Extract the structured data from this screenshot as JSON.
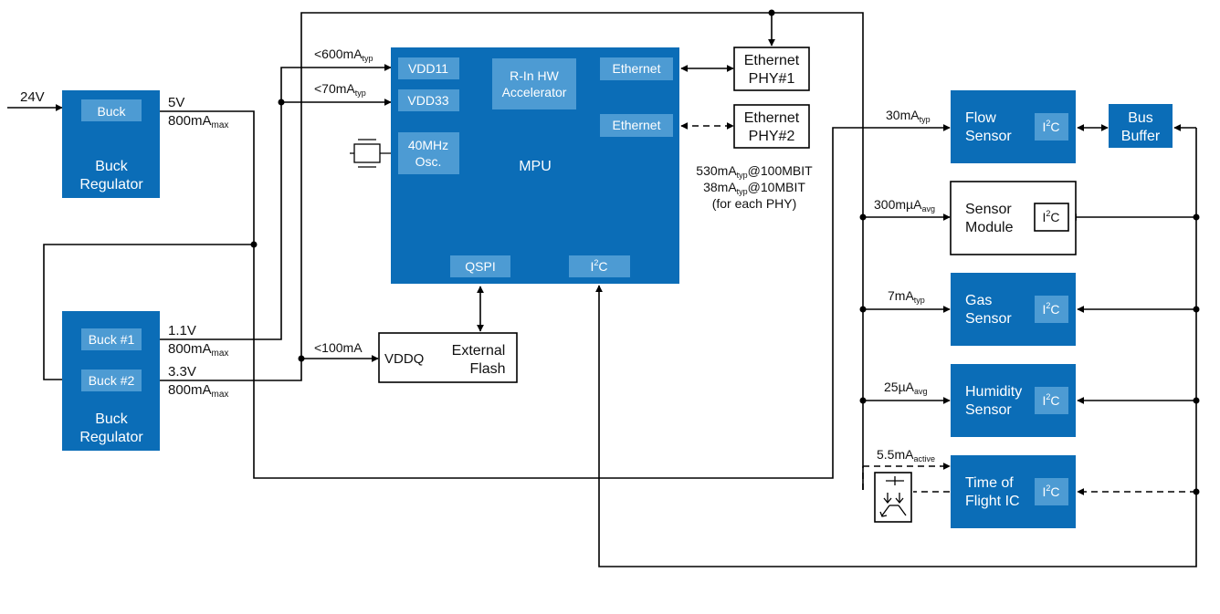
{
  "colors": {
    "block_blue": "#0B6DB7",
    "pin_blue": "#4D9BD3",
    "line": "#000000"
  },
  "icons": {
    "crystal": "crystal-oscillator-icon",
    "optical": "optical-emitter-icon"
  },
  "input": {
    "voltage": "24V"
  },
  "buck_regulator": {
    "pin": "Buck",
    "title": [
      "Buck",
      "Regulator"
    ],
    "out_voltage": "5V",
    "out_current": {
      "main": "800mA",
      "sub": "max"
    }
  },
  "dual_buck": {
    "pin1": "Buck #1",
    "pin2": "Buck #2",
    "title": [
      "Buck",
      "Regulator"
    ],
    "out1_voltage": "1.1V",
    "out1_current": {
      "main": "800mA",
      "sub": "max"
    },
    "out2_voltage": "3.3V",
    "out2_current": {
      "main": "800mA",
      "sub": "max"
    }
  },
  "mpu": {
    "title": "MPU",
    "vdd11": "VDD11",
    "vdd33": "VDD33",
    "osc": [
      "40MHz",
      "Osc."
    ],
    "accel": [
      "R-In HW",
      "Accelerator"
    ],
    "eth1": "Ethernet",
    "eth2": "Ethernet",
    "qspi": "QSPI",
    "i2c": {
      "main": "I",
      "sup": "2",
      "rest": "C"
    }
  },
  "currents": {
    "vdd11": {
      "main": "<600mA",
      "sub": "typ"
    },
    "vdd33": {
      "main": "<70mA",
      "sub": "typ"
    },
    "flash": "<100mA"
  },
  "phy1": [
    "Ethernet",
    "PHY#1"
  ],
  "phy2": [
    "Ethernet",
    "PHY#2"
  ],
  "phy_current": {
    "line1": {
      "a": "530mA",
      "sub": "typ",
      "b": "@100MBIT"
    },
    "line2": {
      "a": "38mA",
      "sub": "typ",
      "b": "@10MBIT"
    },
    "line3": "(for each PHY)"
  },
  "flash": {
    "vddq": "VDDQ",
    "title": [
      "External",
      "Flash"
    ]
  },
  "sensors": [
    {
      "name": [
        "Flow",
        "Sensor"
      ],
      "current": {
        "main": "30mA",
        "sub": "typ"
      }
    },
    {
      "name": [
        "Sensor",
        "Module"
      ],
      "current": {
        "main": "300mµA",
        "sub": "avg"
      }
    },
    {
      "name": [
        "Gas",
        "Sensor"
      ],
      "current": {
        "main": "7mA",
        "sub": "typ"
      }
    },
    {
      "name": [
        "Humidity",
        "Sensor"
      ],
      "current": {
        "main": "25µA",
        "sub": "avg"
      }
    },
    {
      "name": [
        "Time of",
        "Flight IC"
      ],
      "current": {
        "main": "5.5mA",
        "sub": "active"
      }
    }
  ],
  "bus_buffer": [
    "Bus",
    "Buffer"
  ]
}
